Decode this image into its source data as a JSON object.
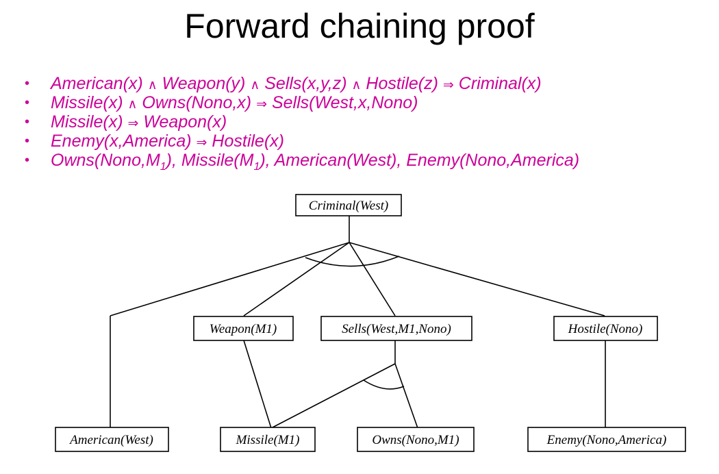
{
  "title": "Forward chaining proof",
  "colors": {
    "rules_text": "#cc0099",
    "title": "#000000"
  },
  "rules": [
    {
      "segments": [
        {
          "t": "American(x) "
        },
        {
          "t": "∧",
          "op": true
        },
        {
          "t": " Weapon(y) "
        },
        {
          "t": "∧",
          "op": true
        },
        {
          "t": " Sells(x,y,z) "
        },
        {
          "t": "∧",
          "op": true
        },
        {
          "t": " Hostile(z) "
        },
        {
          "t": "⇒",
          "op": true
        },
        {
          "t": " Criminal(x)"
        }
      ]
    },
    {
      "segments": [
        {
          "t": "Missile(x) "
        },
        {
          "t": "∧",
          "op": true
        },
        {
          "t": " Owns(Nono,x) "
        },
        {
          "t": "⇒",
          "op": true
        },
        {
          "t": " Sells(West,x,Nono)"
        }
      ]
    },
    {
      "segments": [
        {
          "t": "Missile(x) "
        },
        {
          "t": "⇒",
          "op": true
        },
        {
          "t": " Weapon(x)"
        }
      ]
    },
    {
      "segments": [
        {
          "t": "Enemy(x,America) "
        },
        {
          "t": "⇒",
          "op": true
        },
        {
          "t": " Hostile(x)"
        }
      ]
    },
    {
      "segments": [
        {
          "t": "Owns(Nono,M"
        },
        {
          "t": "1",
          "sub": true
        },
        {
          "t": "), Missile(M"
        },
        {
          "t": "1",
          "sub": true
        },
        {
          "t": "), American(West), Enemy(Nono,America)"
        }
      ]
    }
  ],
  "bullet": "•",
  "diagram": {
    "nodes": {
      "criminal": "Criminal(West)",
      "weapon": "Weapon(M1)",
      "sells": "Sells(West,M1,Nono)",
      "hostile": "Hostile(Nono)",
      "american": "American(West)",
      "missile": "Missile(M1)",
      "owns": "Owns(Nono,M1)",
      "enemy": "Enemy(Nono,America)"
    }
  }
}
